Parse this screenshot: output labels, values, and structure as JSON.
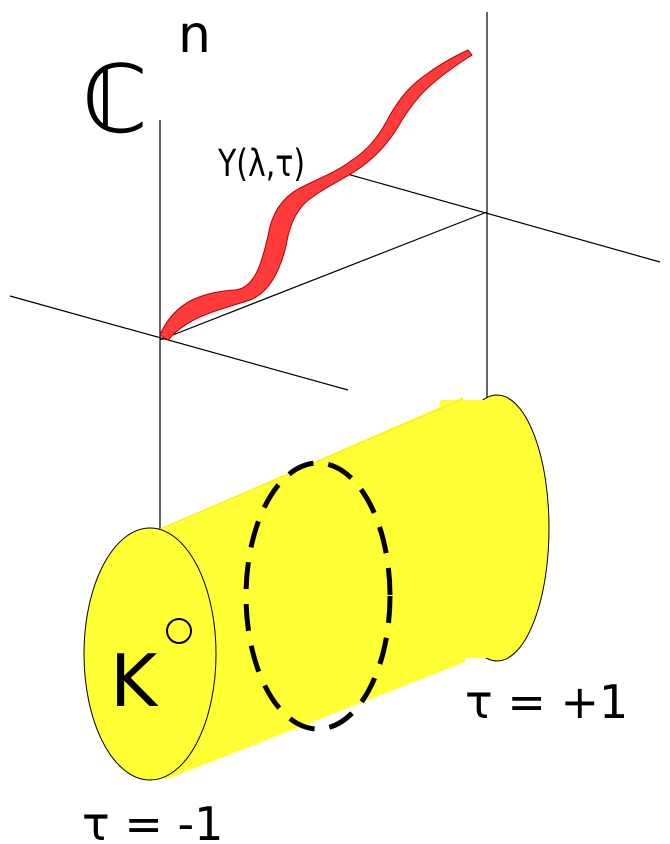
{
  "space_label": {
    "base": "ℂ",
    "superscript": "n"
  },
  "curve_label": "Y(λ,τ)",
  "domain_label": {
    "base": "K",
    "superscript": "○"
  },
  "tau_left_label": "τ = -1",
  "tau_right_label": "τ = +1",
  "colors": {
    "cylinder_fill": "#ffff33",
    "cylinder_shade": "#f4f023",
    "ribbon_fill": "#ff3b3b",
    "ribbon_edge": "#b30000",
    "line": "#000000"
  }
}
